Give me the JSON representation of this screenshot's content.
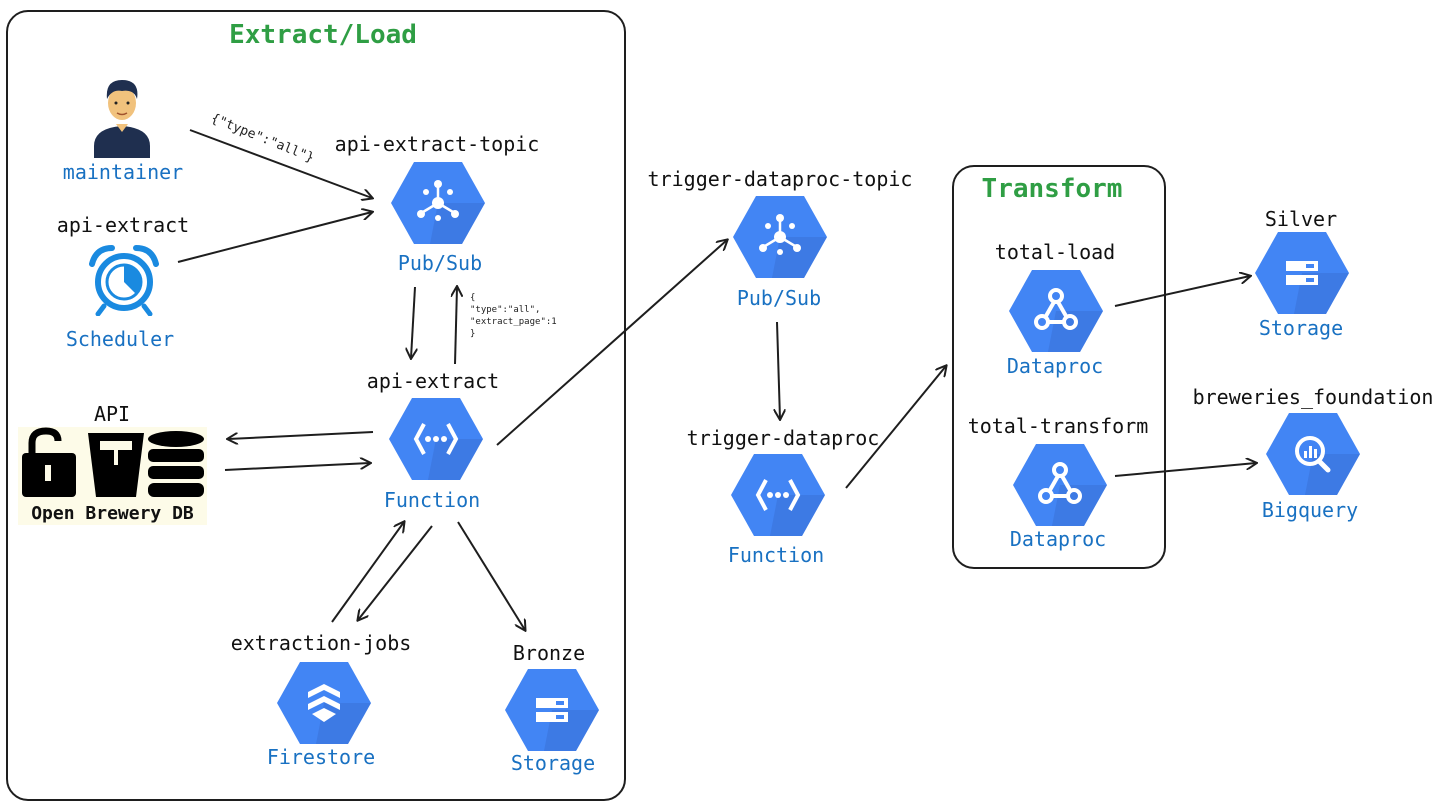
{
  "groups": {
    "extract_load": "Extract/Load",
    "transform": "Transform"
  },
  "actors": {
    "maintainer": "maintainer",
    "scheduler_title": "api-extract",
    "scheduler": "Scheduler"
  },
  "api": {
    "title": "API",
    "logo_text": "Open Brewery DB"
  },
  "nodes": {
    "pubsub1_title": "api-extract-topic",
    "pubsub1_service": "Pub/Sub",
    "function1_title": "api-extract",
    "function1_service": "Function",
    "firestore_title": "extraction-jobs",
    "firestore_service": "Firestore",
    "bronze_title": "Bronze",
    "bronze_service": "Storage",
    "pubsub2_title": "trigger-dataproc-topic",
    "pubsub2_service": "Pub/Sub",
    "function2_title": "trigger-dataproc",
    "function2_service": "Function",
    "dataproc1_title": "total-load",
    "dataproc1_service": "Dataproc",
    "dataproc2_title": "total-transform",
    "dataproc2_service": "Dataproc",
    "silver_title": "Silver",
    "silver_service": "Storage",
    "bigquery_title": "breweries_foundation",
    "bigquery_service": "Bigquery"
  },
  "annotations": {
    "maintainer_payload": "{\"type\":\"all\"}",
    "loop_payload": "{\n\"type\":\"all\",\n\"extract_page\":1\n}"
  },
  "colors": {
    "gcp_blue": "#4285f4",
    "gcp_blue_shade": "#3a73d9",
    "service_text": "#1971c2",
    "group_title": "#2f9e44"
  }
}
